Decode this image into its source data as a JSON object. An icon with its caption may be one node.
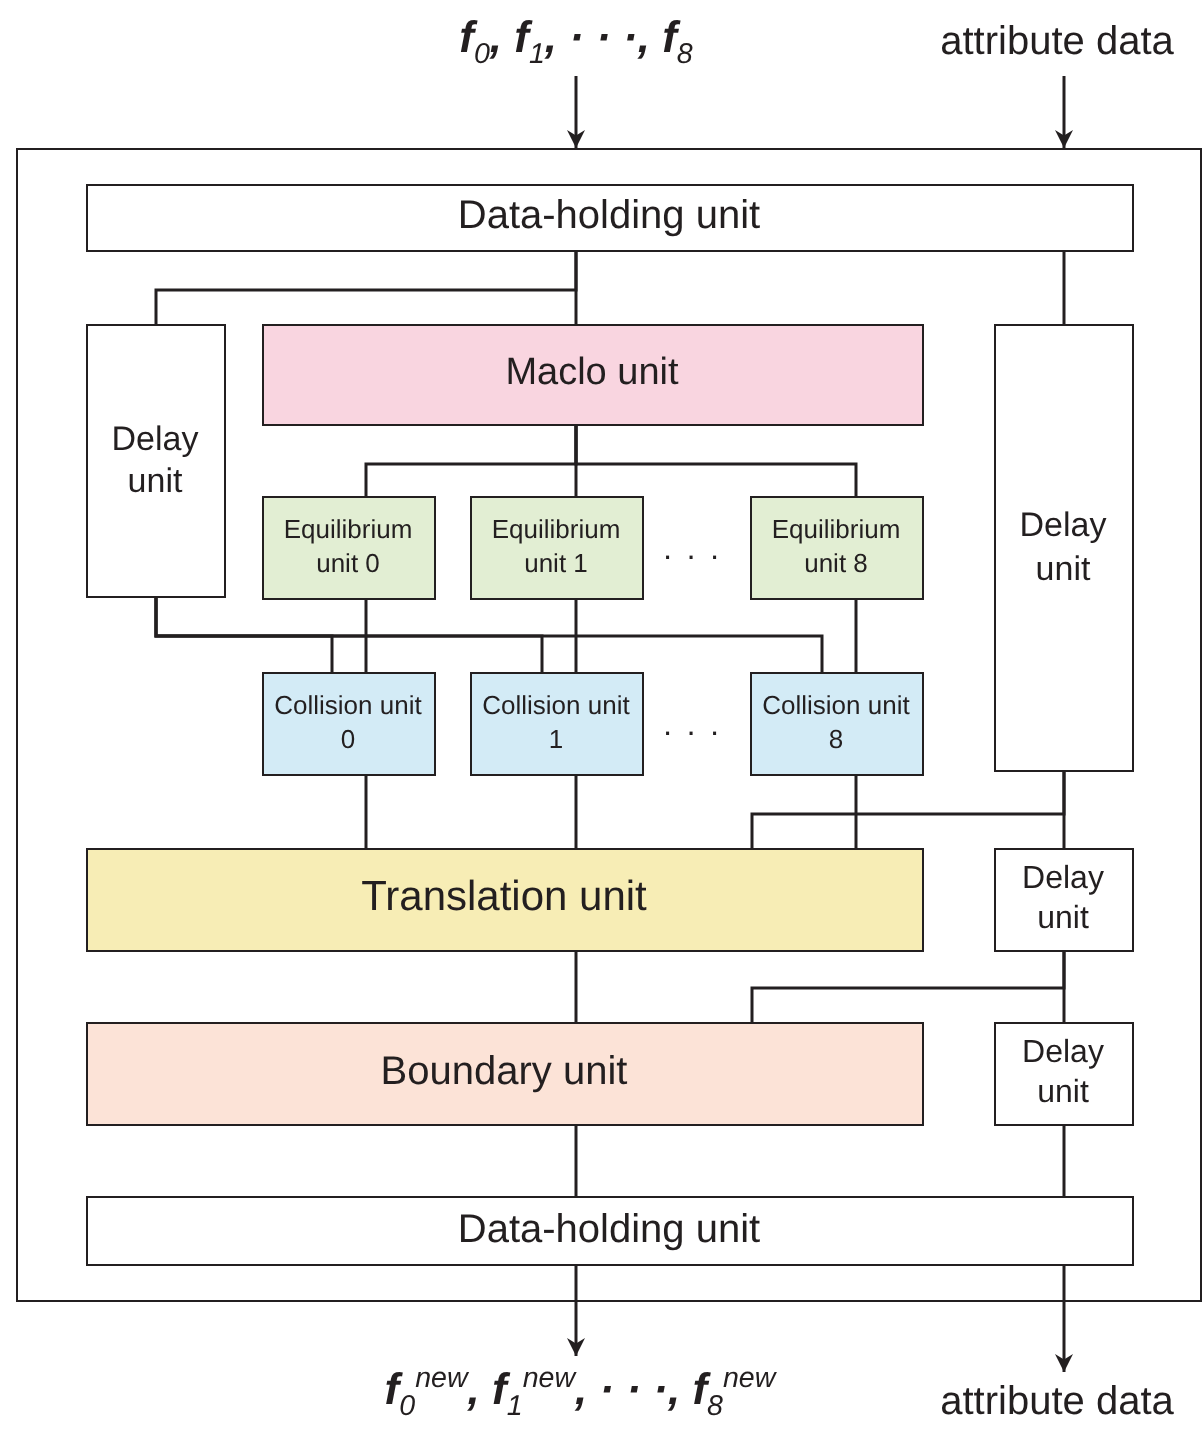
{
  "diagram": {
    "nodes": [
      {
        "text": [
          "f$_{0}$, f$_{1}$, · · ·, f$_{8}$"
        ]
      },
      {
        "text": [
          "attribute data"
        ]
      },
      {
        "text": [],
        "shape": "box"
      },
      {
        "text": [
          "Data-holding unit"
        ],
        "in": 2
      },
      {
        "text": [
          "Delay unit"
        ],
        "in": 2
      },
      {
        "text": [
          "Maclo unit"
        ],
        "in": 2
      },
      {
        "text": [
          "Delay unit"
        ],
        "in": 2
      },
      {
        "text": [
          "Equilibrium unit 0"
        ],
        "in": 2
      },
      {
        "text": [
          "Equilibrium unit 1"
        ],
        "in": 2
      },
      {
        "text": [
          "Equilibrium unit 8"
        ],
        "in": 2
      },
      {
        "text": [
          "Collision unit 0"
        ],
        "in": 2
      },
      {
        "text": [
          "Collision unit 1"
        ],
        "in": 2
      },
      {
        "text": [
          "Collision unit 8"
        ],
        "in": 2
      },
      {
        "text": [
          "Translation unit"
        ],
        "in": 2
      },
      {
        "text": [
          "Delay unit"
        ],
        "in": 2
      },
      {
        "text": [
          "Boundary unit"
        ],
        "in": 2
      },
      {
        "text": [
          "Delay unit"
        ],
        "in": 2
      },
      {
        "text": [
          "Data-holding unit"
        ],
        "in": 2
      },
      {
        "text": [
          "f$_{0}$$^{new}$, f$_{1}$$^{new}$, · · ·, f$_{8}$$^{new}$"
        ]
      },
      {
        "text": [
          "attribute data"
        ]
      }
    ],
    "edges": [
      {
        "from": 0,
        "to": 2,
        "arrow": "to"
      },
      {
        "from": 1,
        "to": 2,
        "arrow": "to"
      },
      {
        "from": 3,
        "to": 4,
        "arrow": "none"
      },
      {
        "from": 3,
        "to": 5,
        "arrow": "none"
      },
      {
        "from": 3,
        "to": 6,
        "arrow": "none"
      },
      {
        "from": 5,
        "to": 7,
        "arrow": "none"
      },
      {
        "from": 5,
        "to": 8,
        "arrow": "none"
      },
      {
        "from": 5,
        "to": 9,
        "arrow": "none"
      },
      {
        "from": 7,
        "to": 10,
        "arrow": "none"
      },
      {
        "from": 8,
        "to": 11,
        "arrow": "none"
      },
      {
        "from": 9,
        "to": 12,
        "arrow": "none"
      },
      {
        "from": 4,
        "to": 10,
        "arrow": "none"
      },
      {
        "from": 4,
        "to": 11,
        "arrow": "none"
      },
      {
        "from": 4,
        "to": 12,
        "arrow": "none"
      },
      {
        "from": 10,
        "to": 13,
        "arrow": "none"
      },
      {
        "from": 11,
        "to": 13,
        "arrow": "none"
      },
      {
        "from": 12,
        "to": 13,
        "arrow": "none"
      },
      {
        "from": 6,
        "to": 13,
        "arrow": "none"
      },
      {
        "from": 6,
        "to": 14,
        "arrow": "none"
      },
      {
        "from": 13,
        "to": 15,
        "arrow": "none"
      },
      {
        "from": 14,
        "to": 15,
        "arrow": "none"
      },
      {
        "from": 14,
        "to": 16,
        "arrow": "none"
      },
      {
        "from": 15,
        "to": 17,
        "arrow": "none"
      },
      {
        "from": 16,
        "to": 17,
        "arrow": "none"
      },
      {
        "from": 17,
        "to": 18,
        "arrow": "to"
      },
      {
        "from": 17,
        "to": 19,
        "arrow": "to"
      }
    ],
    "labels": [
      "· · ·",
      "· · ·"
    ]
  }
}
